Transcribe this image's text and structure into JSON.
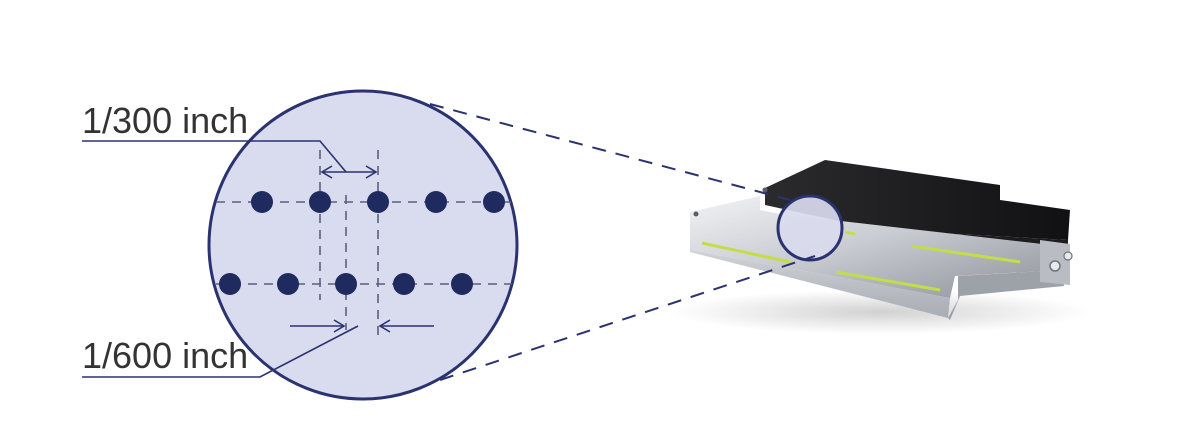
{
  "labels": {
    "pitch_top": "1/300 inch",
    "pitch_bottom": "1/600 inch"
  },
  "colors": {
    "circle_fill": "#d9dbee",
    "circle_stroke": "#2a3270",
    "nozzle_dot": "#1f2a5e",
    "dashed_line": "#5a5f80",
    "label_text": "#333333",
    "leader_line": "#2a3270",
    "head_green_stripe": "#c5dc4a"
  },
  "nozzle_rows": {
    "top_row_count": 5,
    "bottom_row_count": 5
  },
  "icons": {
    "print_head": "inkjet-print-head-illustration"
  }
}
